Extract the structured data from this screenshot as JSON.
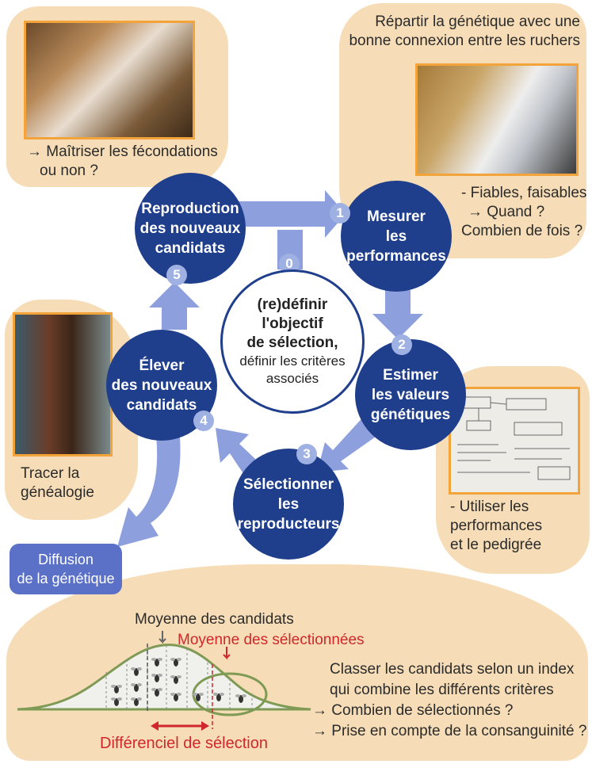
{
  "center": {
    "step_number": "0",
    "line1": "(re)définir",
    "line2": "l'objectif",
    "line3": "de sélection,",
    "line4": "définir les critères",
    "line5": "associés"
  },
  "steps": [
    {
      "number": "1",
      "lines": [
        "Mesurer",
        "les",
        "performances"
      ]
    },
    {
      "number": "2",
      "lines": [
        "Estimer",
        "les valeurs",
        "génétiques"
      ]
    },
    {
      "number": "3",
      "lines": [
        "Sélectionner",
        "les",
        "reproducteurs"
      ]
    },
    {
      "number": "4",
      "lines": [
        "Élever",
        "des nouveaux",
        "candidats"
      ]
    },
    {
      "number": "5",
      "lines": [
        "Reproduction",
        "des nouveaux",
        "candidats"
      ]
    }
  ],
  "notes": {
    "top_left": [
      "→ Maîtriser les fécondations",
      "ou non ?"
    ],
    "top_right_title": [
      "Répartir la génétique avec une",
      "bonne connexion entre les ruchers"
    ],
    "top_right_list": [
      "- Fiables, faisables",
      "→ Quand ?",
      "Combien de fois ?"
    ],
    "left": [
      "Tracer la",
      "généalogie"
    ],
    "right": [
      "- Utiliser les",
      "performances",
      "et le pedigrée"
    ],
    "diffusion": [
      "Diffusion",
      "de la génétique"
    ]
  },
  "bottom": {
    "mean_candidates": "Moyenne des candidats",
    "mean_selected": "Moyenne des sélectionnées",
    "differential": "Différenciel de sélection",
    "text": [
      "Classer les candidats selon un index",
      "qui combine les différents critères",
      "→ Combien de sélectionnés ?",
      "→ Prise en compte de la consanguinité ?"
    ]
  },
  "colors": {
    "node": "#1f3e8c",
    "arrow": "#8d9fdc",
    "bubble": "#f6ddb7",
    "photo_border": "#f2a43a",
    "red": "#d0272d",
    "curve": "#7e9a55"
  },
  "icons": {
    "bee": "bee-icon",
    "arrow": "arrow-icon"
  }
}
